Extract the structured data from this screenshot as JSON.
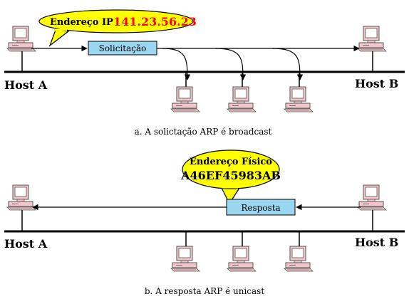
{
  "panel_a": {
    "ip_prefix": "Endereço IP",
    "ip_value": "141.23.56.23",
    "message": "Solicitação",
    "host_left": "Host A",
    "host_right": "Host B",
    "caption": "a. A solictação ARP é broadcast"
  },
  "panel_b": {
    "phys_label": "Endereço Físico",
    "phys_value": "A46EF45983AB",
    "message": "Resposta",
    "host_left": "Host A",
    "host_right": "Host B",
    "caption": "b. A resposta ARP é unicast"
  },
  "colors": {
    "bubble_fill": "#ffff00",
    "ip_value_text": "#ff0000",
    "message_box": "#9ad6f0",
    "computer_body": "#f3c6cb",
    "computer_outline": "#555555",
    "line": "#000000"
  },
  "icons": [
    "computer-icon"
  ]
}
